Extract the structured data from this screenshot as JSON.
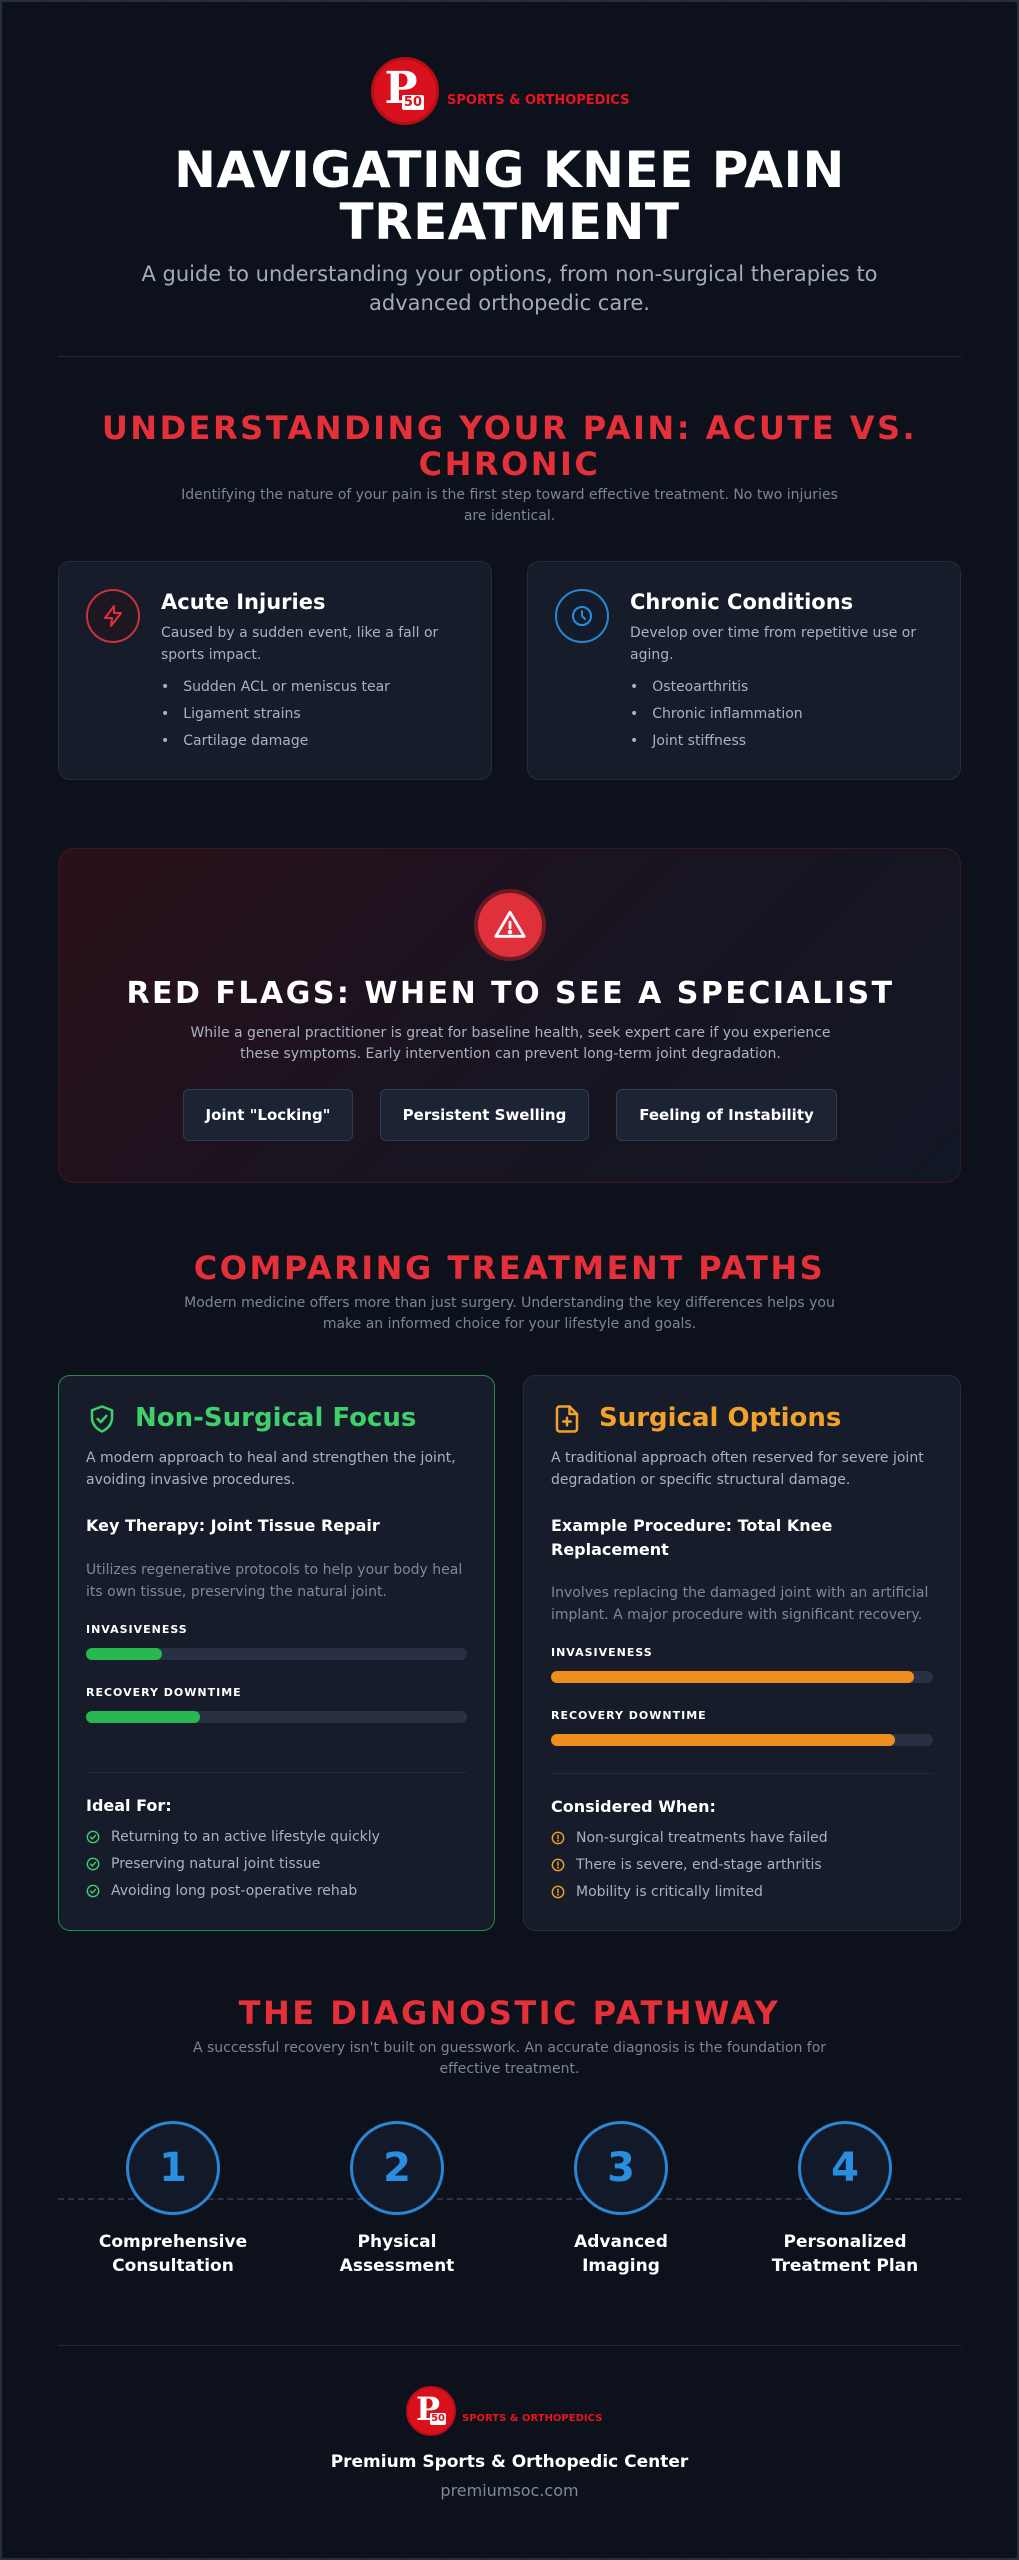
{
  "brand": {
    "logo_initials": "P",
    "logo_number": "50",
    "name_line1": "Premium",
    "name_line2": "SPORTS & ORTHOPEDICS",
    "brand_color": "#d8111d"
  },
  "hero": {
    "title_line1": "NAVIGATING KNEE PAIN",
    "title_line2": "TREATMENT",
    "subtitle_line1": "A guide to understanding your options, from non-surgical therapies to",
    "subtitle_line2": "advanced orthopedic care."
  },
  "pain": {
    "title_line1": "UNDERSTANDING YOUR PAIN: ACUTE VS.",
    "title_line2": "CHRONIC",
    "subtitle_line1": "Identifying the nature of your pain is the first step toward effective treatment. No two injuries",
    "subtitle_line2": "are identical.",
    "acute": {
      "icon": "lightning-icon",
      "title": "Acute Injuries",
      "desc_line1": "Caused by a sudden event, like a fall or",
      "desc_line2": "sports impact.",
      "items": [
        "Sudden ACL or meniscus tear",
        "Ligament strains",
        "Cartilage damage"
      ]
    },
    "chronic": {
      "icon": "clock-icon",
      "title": "Chronic Conditions",
      "desc_line1": "Develop over time from repetitive use or",
      "desc_line2": "aging.",
      "items": [
        "Osteoarthritis",
        "Chronic inflammation",
        "Joint stiffness"
      ]
    }
  },
  "red_flags": {
    "icon": "warning-icon",
    "title": "RED FLAGS: WHEN TO SEE A SPECIALIST",
    "desc_line1": "While a general practitioner is great for baseline health, seek expert care if you experience",
    "desc_line2": "these symptoms. Early intervention can prevent long-term joint degradation.",
    "flags": [
      "Joint \"Locking\"",
      "Persistent Swelling",
      "Feeling of Instability"
    ]
  },
  "compare": {
    "title": "COMPARING TREATMENT PATHS",
    "subtitle_line1": "Modern medicine offers more than just surgery. Understanding the key differences helps you",
    "subtitle_line2": "make an informed choice for your lifestyle and goals.",
    "non_surgical": {
      "icon": "shield-check-icon",
      "title": "Non-Surgical Focus",
      "color": "#3fcf6b",
      "desc_line1": "A modern approach to heal and strengthen the joint,",
      "desc_line2": "avoiding invasive procedures.",
      "key_title": "Key Therapy: Joint Tissue Repair",
      "key_desc_line1": "Utilizes regenerative protocols to help your body heal",
      "key_desc_line2": "its own tissue, preserving the natural joint.",
      "invasiveness_label": "INVASIVENESS",
      "invasiveness": 0.2,
      "recovery_label": "RECOVERY DOWNTIME",
      "recovery": 0.3,
      "list_title": "Ideal For:",
      "list": [
        "Returning to an active lifestyle quickly",
        "Preserving natural joint tissue",
        "Avoiding long post-operative rehab"
      ]
    },
    "surgical": {
      "icon": "file-plus-icon",
      "title": "Surgical Options",
      "color": "#f2a22a",
      "desc_line1": "A traditional approach often reserved for severe joint",
      "desc_line2": "degradation or specific structural damage.",
      "key_title_line1": "Example Procedure: Total Knee",
      "key_title_line2": "Replacement",
      "key_desc_line1": "Involves replacing the damaged joint with an artificial",
      "key_desc_line2": "implant. A major procedure with significant recovery.",
      "invasiveness_label": "INVASIVENESS",
      "invasiveness": 0.95,
      "recovery_label": "RECOVERY DOWNTIME",
      "recovery": 0.9,
      "list_title": "Considered When:",
      "list": [
        "Non-surgical treatments have failed",
        "There is severe, end-stage arthritis",
        "Mobility is critically limited"
      ]
    }
  },
  "pathway": {
    "title": "THE DIAGNOSTIC PATHWAY",
    "subtitle_line1": "A successful recovery isn't built on guesswork. An accurate diagnosis is the foundation for",
    "subtitle_line2": "effective treatment.",
    "steps": [
      {
        "num": "1",
        "line1": "Comprehensive",
        "line2": "Consultation"
      },
      {
        "num": "2",
        "line1": "Physical",
        "line2": "Assessment"
      },
      {
        "num": "3",
        "line1": "Advanced",
        "line2": "Imaging"
      },
      {
        "num": "4",
        "line1": "Personalized",
        "line2": "Treatment Plan"
      }
    ]
  },
  "footer": {
    "org": "Premium Sports & Orthopedic Center",
    "url": "premiumsoc.com"
  }
}
